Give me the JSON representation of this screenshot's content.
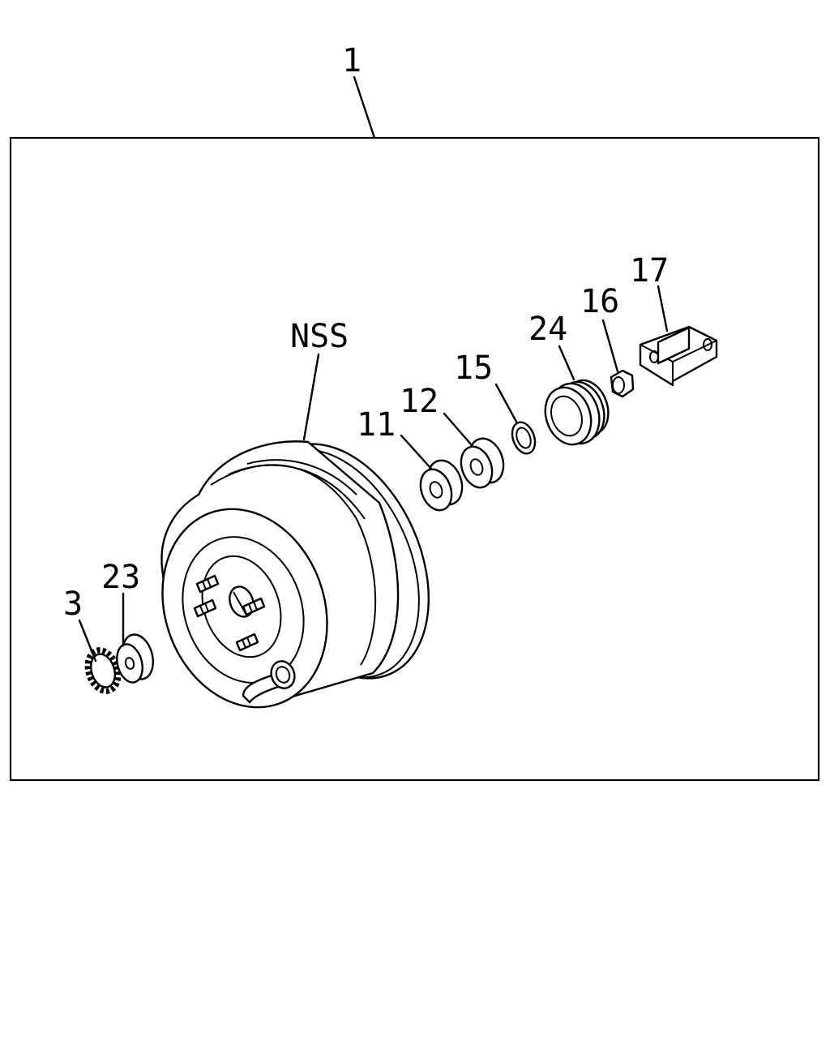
{
  "diagram": {
    "background": "#ffffff",
    "line_color": "#000000",
    "callouts": {
      "assembly": "1",
      "booster": "NSS",
      "washer_toothed": "3",
      "grommet": "23",
      "seal_11": "11",
      "seal_12": "12",
      "ring_15": "15",
      "boot": "24",
      "nut": "16",
      "clevis": "17"
    }
  }
}
